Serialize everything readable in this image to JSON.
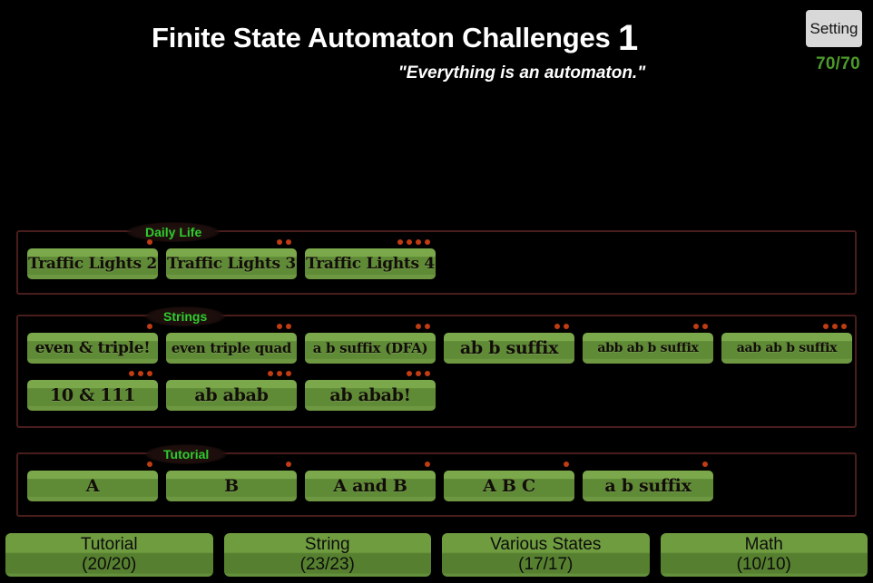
{
  "header": {
    "title_main": "Finite State Automaton Challenges",
    "title_number": "1",
    "subtitle": "\"Everything is an automaton.\"",
    "setting_label": "Setting",
    "score": "70/70",
    "score_color": "#4c9a2a"
  },
  "sections": [
    {
      "label": "Daily Life",
      "rows": [
        [
          {
            "label": "Traffic Lights 2",
            "stars": 1,
            "width": 144
          },
          {
            "label": "Traffic Lights 3",
            "stars": 2,
            "width": 144
          },
          {
            "label": "Traffic Lights 4",
            "stars": 4,
            "width": 144
          }
        ]
      ]
    },
    {
      "label": "Strings",
      "rows": [
        [
          {
            "label": "even & triple!",
            "stars": 1,
            "width": 144
          },
          {
            "label": "even triple quad",
            "stars": 2,
            "width": 144
          },
          {
            "label": "a b suffix (DFA)",
            "stars": 2,
            "width": 144
          },
          {
            "label": "ab b suffix",
            "stars": 2,
            "width": 144
          },
          {
            "label": "abb ab b suffix",
            "stars": 2,
            "width": 144
          },
          {
            "label": "aab ab b suffix",
            "stars": 3,
            "width": 144
          }
        ],
        [
          {
            "label": "10 & 111",
            "stars": 3,
            "width": 144
          },
          {
            "label": "ab abab",
            "stars": 3,
            "width": 144
          },
          {
            "label": "ab abab!",
            "stars": 3,
            "width": 144
          }
        ]
      ]
    },
    {
      "label": "Tutorial",
      "rows": [
        [
          {
            "label": "A",
            "stars": 1,
            "width": 144
          },
          {
            "label": "B",
            "stars": 1,
            "width": 144
          },
          {
            "label": "A and B",
            "stars": 1,
            "width": 144
          },
          {
            "label": "A B C",
            "stars": 1,
            "width": 144
          },
          {
            "label": "a b suffix",
            "stars": 1,
            "width": 144
          }
        ]
      ]
    }
  ],
  "tabs": [
    {
      "name": "Tutorial",
      "count": "(20/20)"
    },
    {
      "name": "String",
      "count": "(23/23)"
    },
    {
      "name": "Various States",
      "count": "(17/17)"
    },
    {
      "name": "Math",
      "count": "(10/10)"
    }
  ]
}
